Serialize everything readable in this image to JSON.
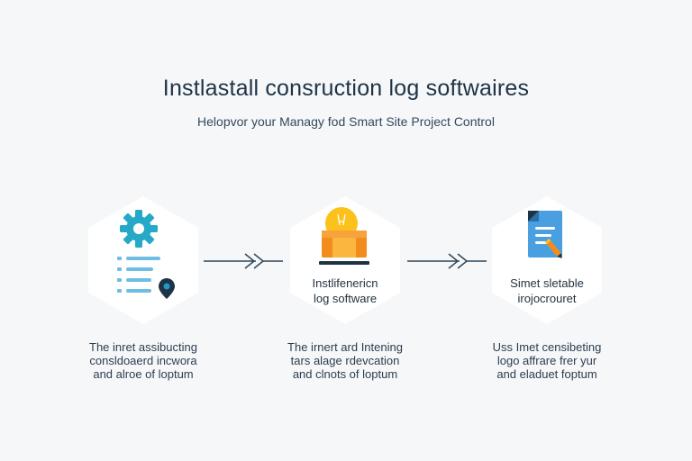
{
  "header": {
    "title": "Instlastall consruction log softwaires",
    "subtitle": "Helopvor your Managy fod Smart Site Project Control"
  },
  "steps": [
    {
      "label_line1": "",
      "label_line2": "",
      "icon": "gear-checklist-icon",
      "desc_line1": "The inret assibucting",
      "desc_line2": "consldoaerd incwora",
      "desc_line3": "and alroe of loptum"
    },
    {
      "label_line1": "Instlifenericn",
      "label_line2": "log software",
      "icon": "lightbulb-box-icon",
      "desc_line1": "The irnert ard Intening",
      "desc_line2": "tars alage rdevcation",
      "desc_line3": "and clnots of loptum"
    },
    {
      "label_line1": "Simet sletable",
      "label_line2": "irojocrouret",
      "icon": "document-pencil-icon",
      "desc_line1": "Uss Imet censibeting",
      "desc_line2": "logo affrare frer yur",
      "desc_line3": "and eladuet foptum"
    }
  ],
  "colors": {
    "accent_blue": "#2596c9",
    "teal": "#26a9c6",
    "orange": "#f28c1c",
    "yellow": "#fcc21b",
    "navy": "#1d3346",
    "doc_blue": "#4a9fe0"
  }
}
